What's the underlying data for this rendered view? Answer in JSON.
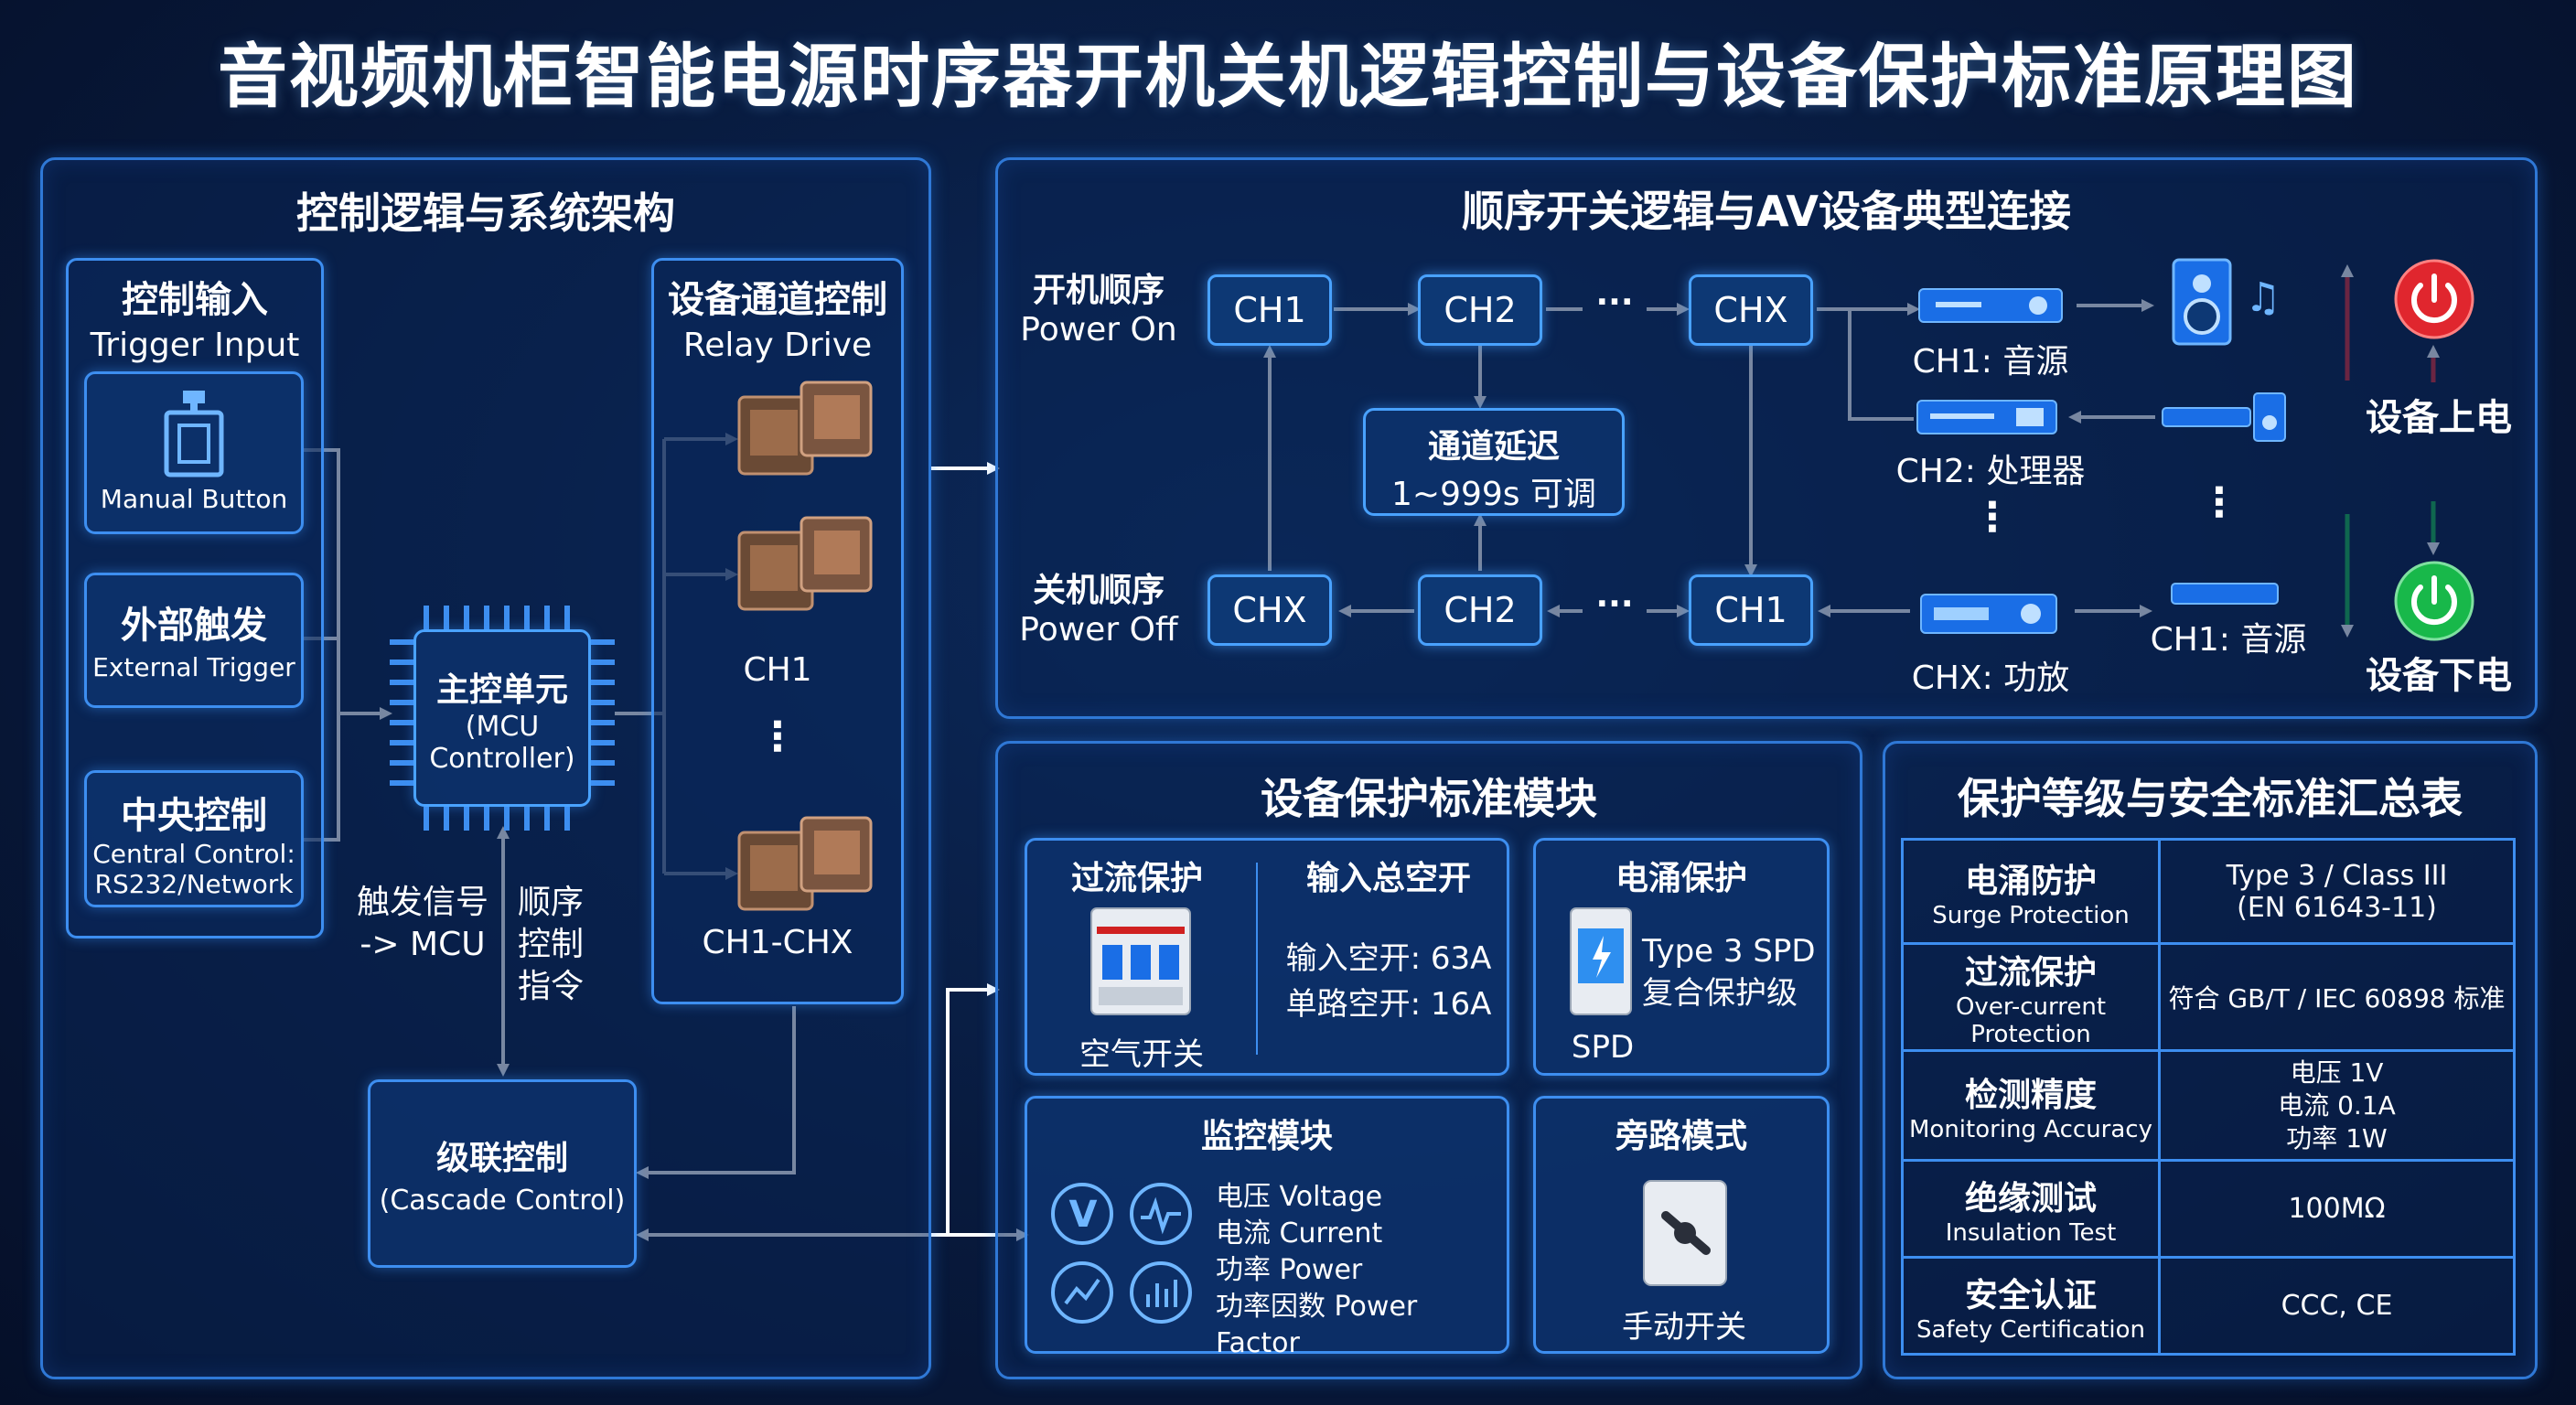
{
  "title": "音视频机柜智能电源时序器开机关机逻辑控制与设备保护标准原理图",
  "left_panel": {
    "title": "控制逻辑与系统架构",
    "input_group": {
      "title_cn": "控制输入",
      "title_en": "Trigger Input"
    },
    "manual": {
      "label": "Manual Button"
    },
    "external": {
      "cn": "外部触发",
      "en": "External Trigger"
    },
    "central": {
      "cn": "中央控制",
      "en1": "Central Control:",
      "en2": "RS232/Network"
    },
    "mcu": {
      "cn": "主控单元",
      "en1": "(MCU",
      "en2": "Controller)"
    },
    "relay_group": {
      "title_cn": "设备通道控制",
      "title_en": "Relay Drive",
      "ch1": "CH1",
      "dots": "⋮",
      "chx": "CH1-CHX"
    },
    "note_trigger": {
      "l1": "触发信号",
      "l2": "-> MCU"
    },
    "note_seq": {
      "l1": "顺序",
      "l2": "控制",
      "l3": "指令"
    },
    "cascade": {
      "cn": "级联控制",
      "en": "(Cascade Control)"
    }
  },
  "seq_panel": {
    "title": "顺序开关逻辑与AV设备典型连接",
    "power_on": {
      "cn": "开机顺序",
      "en": "Power On"
    },
    "power_off": {
      "cn": "关机顺序",
      "en": "Power Off"
    },
    "on_channels": [
      "CH1",
      "CH2",
      "CHX"
    ],
    "off_channels": [
      "CHX",
      "CH2",
      "CH1"
    ],
    "ellipsis": "···",
    "delay": {
      "l1": "通道延迟",
      "l2": "1~999s 可调"
    },
    "devices": {
      "ch1_audio": "CH1: 音源",
      "ch2_proc": "CH2: 处理器",
      "chx_amp": "CHX: 功放",
      "ch1_audio_off": "CH1: 音源",
      "vdots": "⋮"
    },
    "power_up": "设备上电",
    "power_down": "设备下电",
    "colors": {
      "up": "#e0262e",
      "down": "#18b84a",
      "accent": "#3d8ef0"
    }
  },
  "protect_panel": {
    "title": "设备保护标准模块",
    "overcurrent": {
      "title": "过流保护",
      "breaker": "空气开关"
    },
    "main_breaker": {
      "title": "输入总空开",
      "l1": "输入空开: 63A",
      "l2": "单路空开: 16A"
    },
    "surge": {
      "title": "电涌保护",
      "l1": "Type 3 SPD",
      "l2": "复合保护级",
      "spd": "SPD"
    },
    "monitor": {
      "title": "监控模块",
      "items": [
        "电压 Voltage",
        "电流 Current",
        "功率 Power",
        "功率因数 Power Factor"
      ],
      "v": "V"
    },
    "bypass": {
      "title": "旁路模式",
      "switch": "手动开关"
    }
  },
  "summary_panel": {
    "title": "保护等级与安全标准汇总表",
    "rows": [
      {
        "cn": "电涌防护",
        "en": "Surge Protection",
        "v1": "Type 3 / Class III",
        "v2": "(EN 61643-11)",
        "v3": ""
      },
      {
        "cn": "过流保护",
        "en": "Over-current Protection",
        "v1": "符合 GB/T / IEC 60898 标准",
        "v2": "",
        "v3": ""
      },
      {
        "cn": "检测精度",
        "en": "Monitoring Accuracy",
        "v1": "电压 1V",
        "v2": "电流 0.1A",
        "v3": "功率 1W"
      },
      {
        "cn": "绝缘测试",
        "en": "Insulation Test",
        "v1": "100MΩ",
        "v2": "",
        "v3": ""
      },
      {
        "cn": "安全认证",
        "en": "Safety Certification",
        "v1": "CCC, CE",
        "v2": "",
        "v3": ""
      }
    ]
  }
}
